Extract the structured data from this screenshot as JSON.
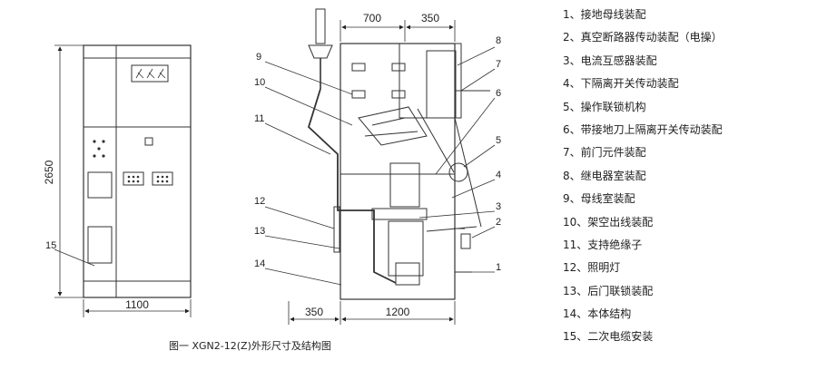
{
  "dimensions": {
    "height_total": "2650",
    "front_width": "1100",
    "top_front": "700",
    "top_rear": "350",
    "bottom_rear": "350",
    "bottom_depth": "1200"
  },
  "callout_numbers": [
    "1",
    "2",
    "3",
    "4",
    "5",
    "6",
    "7",
    "8",
    "9",
    "10",
    "11",
    "12",
    "13",
    "14",
    "15"
  ],
  "legend": [
    "1、接地母线装配",
    "2、真空断路器传动装配（电操）",
    "3、电流互感器装配",
    "4、下隔离开关传动装配",
    "5、操作联锁机构",
    "6、带接地刀上隔离开关传动装配",
    "7、前门元件装配",
    "8、继电器室装配",
    "9、母线室装配",
    "10、架空出线装配",
    "11、支持绝缘子",
    "12、照明灯",
    "13、后门联锁装配",
    "14、本体结构",
    "15、二次电缆安装"
  ],
  "caption": "图一 XGN2-12(Z)外形尺寸及结构图"
}
